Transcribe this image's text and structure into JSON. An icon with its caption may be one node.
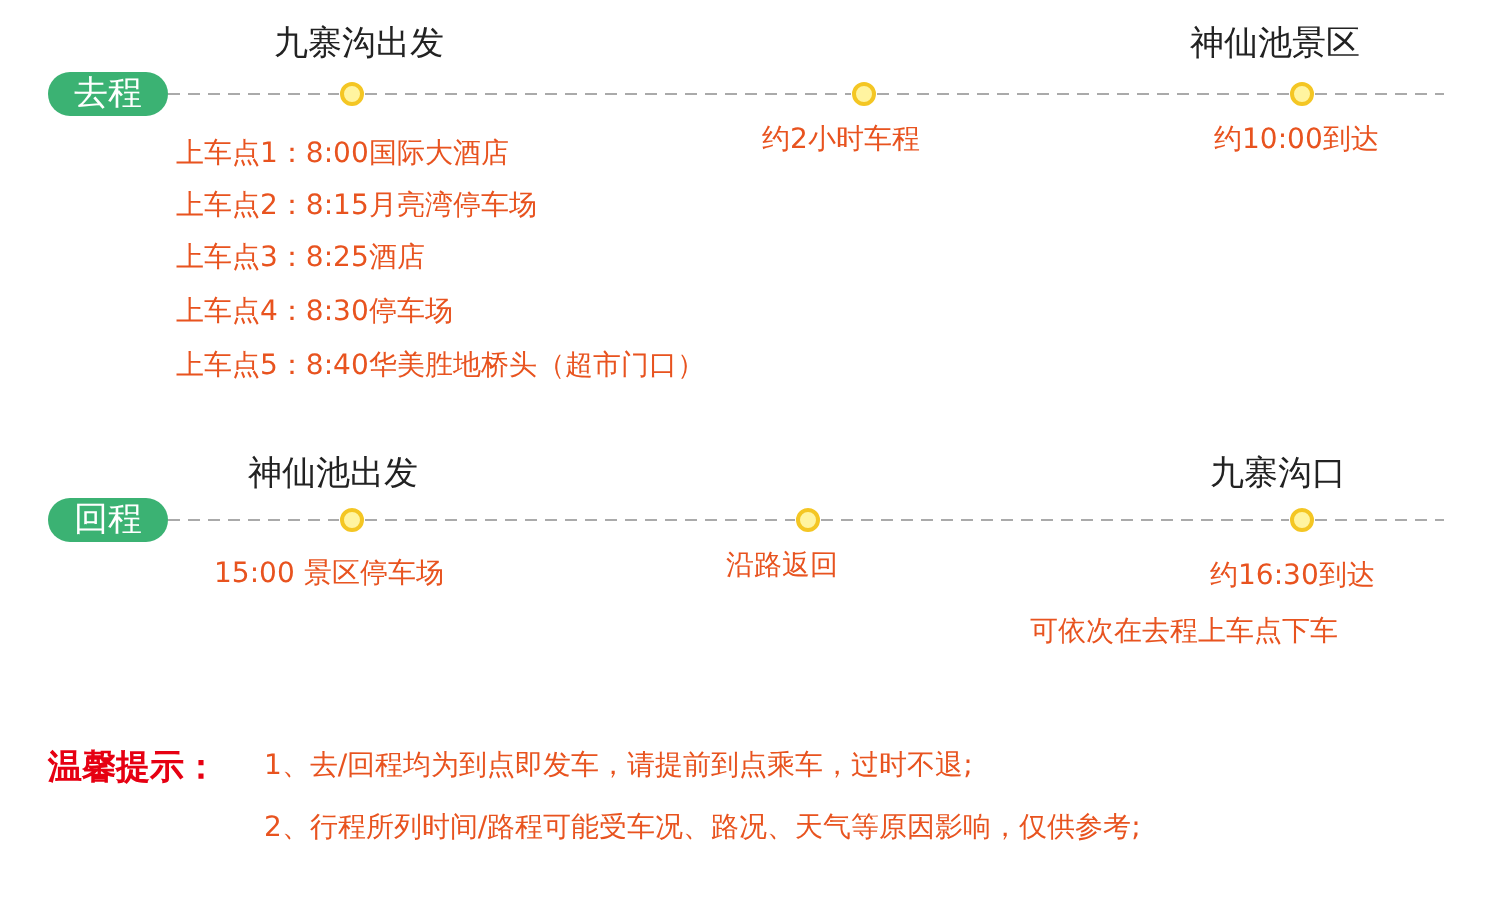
{
  "diagram": {
    "nodes": [
      {
        "text": [
          "去程"
        ]
      },
      {
        "text": [],
        "shape": "circle",
        "beside": [
          "九寨沟出发",
          "上车点1：8:00国际大酒店",
          "上车点2：8:15月亮湾停车场",
          "上车点3：8:25酒店",
          "上车点4：8:30停车场",
          "上车点5：8:40华美胜地桥头（超市门口）"
        ]
      },
      {
        "text": [],
        "shape": "circle",
        "beside": [
          "约2小时车程"
        ]
      },
      {
        "text": [],
        "shape": "circle",
        "beside": [
          "神仙池景区",
          "约10:00到达"
        ]
      },
      {
        "text": [
          "回程"
        ]
      },
      {
        "text": [],
        "shape": "circle",
        "beside": [
          "神仙池出发",
          "15:00 景区停车场"
        ]
      },
      {
        "text": [],
        "shape": "circle",
        "beside": [
          "沿路返回"
        ]
      },
      {
        "text": [],
        "shape": "circle",
        "beside": [
          "九寨沟口",
          "约16:30到达",
          "可依次在去程上车点下车"
        ]
      }
    ],
    "edges": [
      {
        "from": 0,
        "to": 1,
        "arrow": "none",
        "style": "dashed"
      },
      {
        "from": 1,
        "to": 2,
        "arrow": "none",
        "style": "dashed"
      },
      {
        "from": 2,
        "to": 3,
        "arrow": "none",
        "style": "dashed"
      },
      {
        "from": 3,
        "to": null,
        "arrow": "none",
        "style": "dashed"
      },
      {
        "from": 4,
        "to": 5,
        "arrow": "none",
        "style": "dashed"
      },
      {
        "from": 5,
        "to": 6,
        "arrow": "none",
        "style": "dashed"
      },
      {
        "from": 6,
        "to": 7,
        "arrow": "none",
        "style": "dashed"
      },
      {
        "from": 7,
        "to": null,
        "arrow": "none",
        "style": "dashed"
      }
    ],
    "labels": [
      "温馨提示：",
      "1、去/回程均为到点即发车，请提前到点乘车，过时不退;",
      "2、行程所列时间/路程可能受车况、路况、天气等原因影响，仅供参考;"
    ]
  }
}
